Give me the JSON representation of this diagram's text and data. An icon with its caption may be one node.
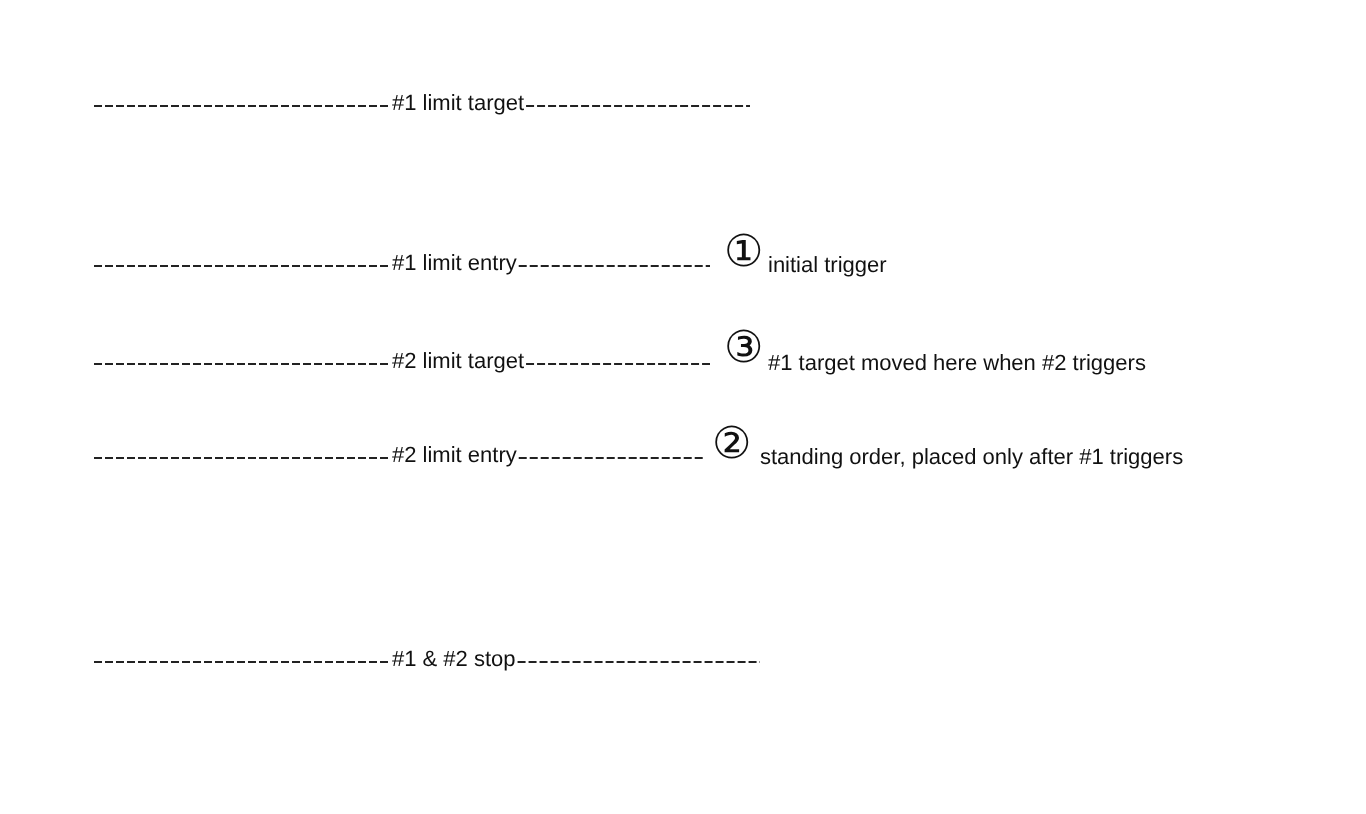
{
  "diagram": {
    "labels": [
      "#1 limit target",
      "#1 limit entry",
      "①",
      "initial trigger",
      "#2 limit target",
      "③",
      "#1 target moved here when #2 triggers",
      "#2 limit entry",
      "②",
      "standing order, placed only after #1 triggers",
      "#1 & #2 stop"
    ]
  }
}
